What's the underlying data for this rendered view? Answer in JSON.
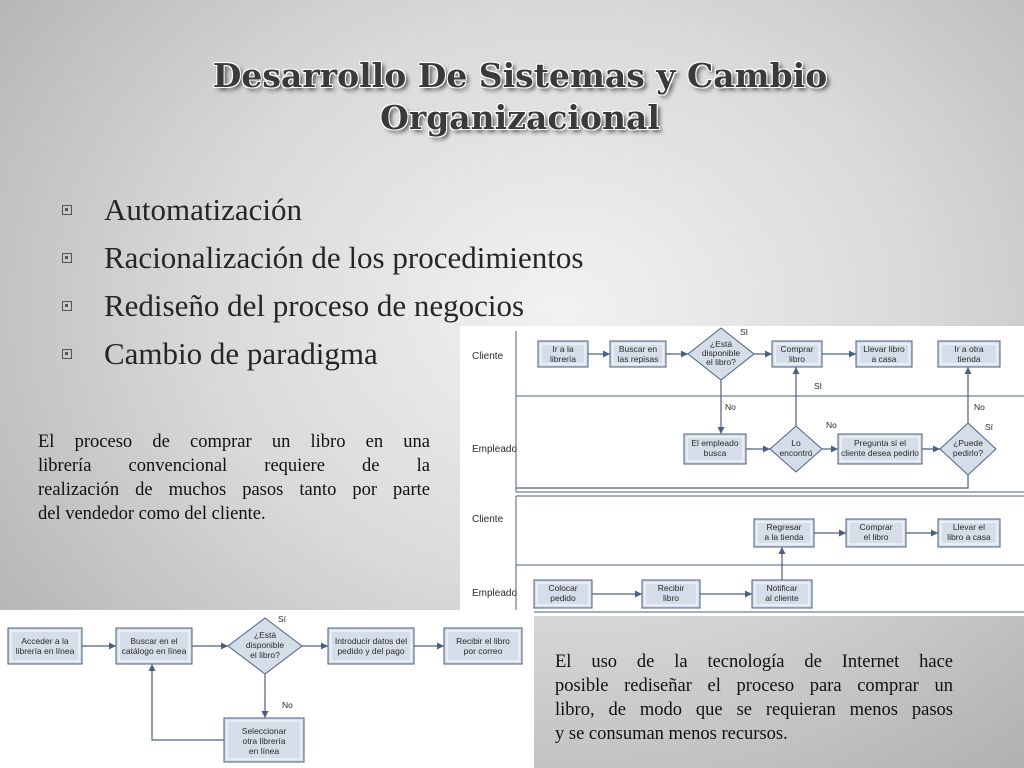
{
  "title": {
    "line1": "Desarrollo De Sistemas y Cambio",
    "line2": "Organizacional"
  },
  "bullets": [
    "Automatización",
    "Racionalización de los procedimientos",
    "Rediseño del proceso de negocios",
    "Cambio de paradigma"
  ],
  "notes": {
    "left_lines": [
      "El proceso de comprar un libro en una",
      "librería convencional requiere de la",
      "realización de muchos pasos tanto por parte",
      "del vendedor como del cliente."
    ],
    "right_lines": [
      "El uso de la tecnología de Internet hace",
      "posible rediseñar el proceso para comprar un",
      "libro, de modo que se requieran menos pasos",
      "y se consuman menos recursos."
    ]
  },
  "diagram_top": {
    "lanes": {
      "cliente": "Cliente",
      "empleado": "Empleado"
    },
    "nodes": {
      "ir_libreria": [
        "Ir a la",
        "librería"
      ],
      "buscar_repisas": [
        "Buscar en",
        "las repisas"
      ],
      "esta_disponible": [
        "¿Está",
        "disponible",
        "el libro?"
      ],
      "comprar": [
        "Comprar",
        "libro"
      ],
      "llevar_casa": [
        "Llevar libro",
        "a casa"
      ],
      "ir_otra_tienda": [
        "Ir a otra",
        "tienda"
      ],
      "empleado_busca": [
        "El empleado",
        "busca"
      ],
      "lo_encontro": [
        "Lo",
        "encontró"
      ],
      "pregunta_cliente": [
        "Pregunta si el",
        "cliente desea pedirlo"
      ],
      "puede_pedirlo": [
        "¿Puede",
        "pedirlo?"
      ]
    },
    "labels": {
      "si": "SI",
      "no": "No",
      "si_alt": "Sí"
    }
  },
  "diagram_middle": {
    "lanes": {
      "cliente": "Cliente",
      "empleado": "Empleado"
    },
    "nodes": {
      "regresar": [
        "Regresar",
        "a la tienda"
      ],
      "comprar": [
        "Comprar",
        "el libro"
      ],
      "llevar": [
        "Llevar el",
        "libro a casa"
      ],
      "colocar": [
        "Colocar",
        "pedido"
      ],
      "recibir": [
        "Recibir",
        "libro"
      ],
      "notificar": [
        "Notificar",
        "al cliente"
      ]
    }
  },
  "diagram_bottom": {
    "nodes": {
      "acceder": [
        "Acceder a la",
        "librería en línea"
      ],
      "buscar_catalogo": [
        "Buscar en el",
        "catálogo en línea"
      ],
      "esta_disponible": [
        "¿Está",
        "disponible",
        "el libro?"
      ],
      "introducir": [
        "Introducir datos del",
        "pedido y del pago"
      ],
      "recibir_correo": [
        "Recibir el libro",
        "por correo"
      ],
      "seleccionar": [
        "Seleccionar",
        "otra librería",
        "en línea"
      ]
    },
    "labels": {
      "si": "Sí",
      "no": "No"
    }
  },
  "colors": {
    "box_fill": "#d5dde8",
    "box_stroke": "#4c5f82",
    "title": "#3a3a3a",
    "background": "#d9d9d9"
  }
}
